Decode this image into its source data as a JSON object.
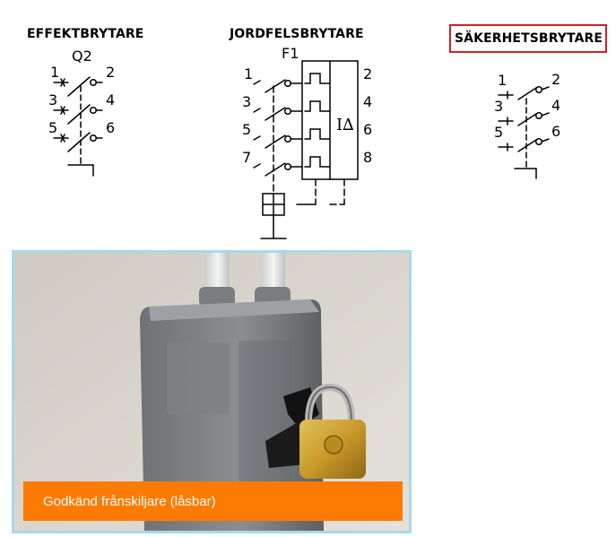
{
  "sections": {
    "effektbrytare": {
      "title": "EFFEKTBRYTARE",
      "designation": "Q2",
      "terminals": [
        "1",
        "2",
        "3",
        "4",
        "5",
        "6"
      ]
    },
    "jordfelsbrytare": {
      "title": "JORDFELSBRYTARE",
      "designation": "F1",
      "terminals": [
        "1",
        "2",
        "3",
        "4",
        "5",
        "6",
        "7",
        "8"
      ],
      "trip_symbol": "I∆"
    },
    "sakerhetsbrytare": {
      "title": "SÄKERHETSBRYTARE",
      "terminals": [
        "1",
        "2",
        "3",
        "4",
        "5",
        "6"
      ],
      "highlight_color": "#d32020"
    }
  },
  "photo": {
    "caption": "Godkänd frånskiljare (låsbar)",
    "caption_color": "#ff7a00",
    "frame_color": "#a8d8ec"
  }
}
